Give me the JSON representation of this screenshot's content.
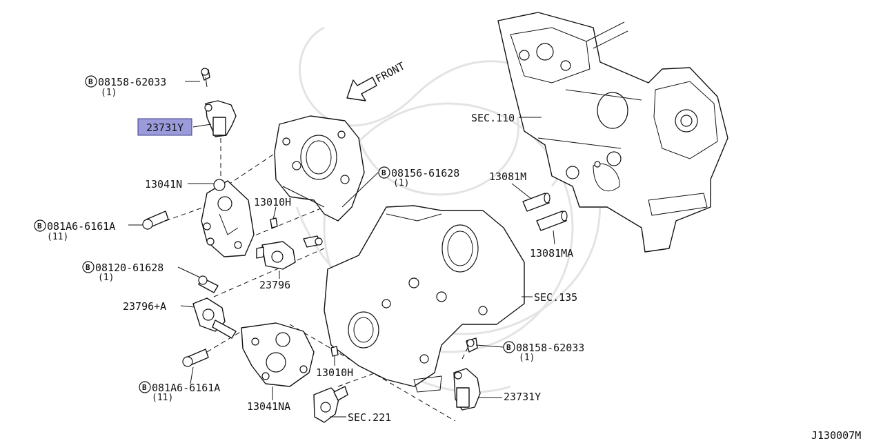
{
  "diagram_code": "J130007M",
  "front_label": "FRONT",
  "bolt_prefix": "B",
  "labels": {
    "bolt_top": {
      "part": "08158-62033",
      "qty": "(1)"
    },
    "sensor_top": "23731Y",
    "cover_n": "13041N",
    "bolt_left": {
      "part": "081A6-6161A",
      "qty": "(11)"
    },
    "gasket_h_top": "13010H",
    "solenoid": "23796",
    "bolt_mid": {
      "part": "08120-61628",
      "qty": "(1)"
    },
    "solenoid_a": "23796+A",
    "bolt_bottom_left": {
      "part": "081A6-6161A",
      "qty": "(11)"
    },
    "cover_na": "13041NA",
    "gasket_h_bottom": "13010H",
    "sec_221": "SEC.221",
    "sensor_bottom": "23731Y",
    "bolt_bottom_right": {
      "part": "08158-62033",
      "qty": "(1)"
    },
    "sec_135": "SEC.135",
    "bolt_center": {
      "part": "08156-61628",
      "qty": "(1)"
    },
    "sec_110": "SEC.110",
    "dowel_m": "13081M",
    "dowel_ma": "13081MA"
  },
  "highlight_color": "#9b9bdc"
}
